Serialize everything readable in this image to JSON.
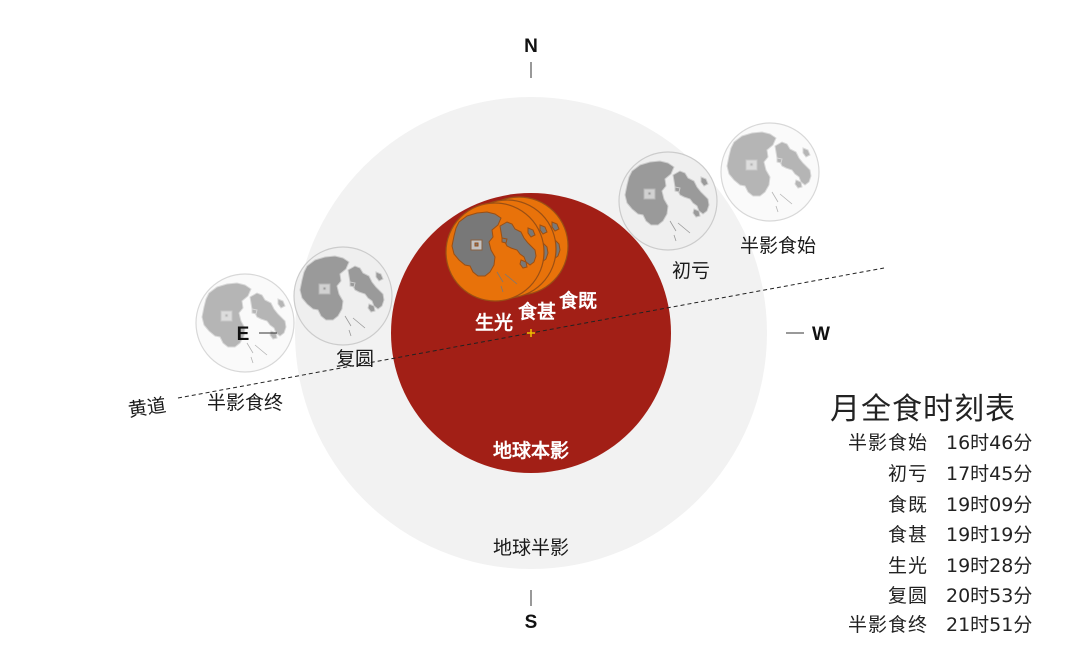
{
  "compass": {
    "north": "N",
    "south": "S",
    "east": "E",
    "west": "W"
  },
  "diagram": {
    "ecliptic_label": "黄道",
    "umbra_label": "地球本影",
    "penumbra_label": "地球半影",
    "moon_labels": {
      "penumbral_begin": "半影食始",
      "partial_begin": "初亏",
      "total_begin": "食既",
      "greatest": "食甚",
      "total_end": "生光",
      "partial_end": "复圆",
      "penumbral_end": "半影食终"
    },
    "colors": {
      "penumbra": "#f2f2f2",
      "umbra": "#a21f16",
      "eclipsed_moon": "#e8720a",
      "center_marker": "#f0c000"
    }
  },
  "schedule": {
    "title": "月全食时刻表",
    "rows": [
      {
        "event": "半影食始",
        "time": "16时46分"
      },
      {
        "event": "初亏",
        "time": "17时45分"
      },
      {
        "event": "食既",
        "time": "19时09分"
      },
      {
        "event": "食甚",
        "time": "19时19分"
      },
      {
        "event": "生光",
        "time": "19时28分"
      },
      {
        "event": "复圆",
        "time": "20时53分"
      },
      {
        "event": "半影食终",
        "time": "21时51分"
      }
    ]
  }
}
